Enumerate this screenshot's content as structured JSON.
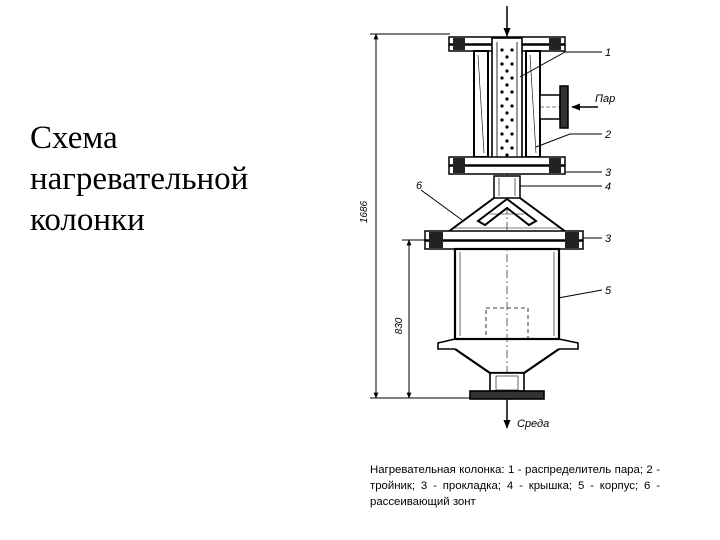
{
  "slide": {
    "title_lines": [
      "Схема",
      "нагревательной",
      "колонки"
    ]
  },
  "diagram": {
    "labels": {
      "part_1": "1",
      "part_2": "2",
      "part_3_top": "3",
      "part_4": "4",
      "part_3_bottom": "3",
      "part_5": "5",
      "part_6": "6",
      "steam": "Пар",
      "medium": "Среда"
    },
    "dimensions": {
      "total_height": "1686",
      "body_height": "830"
    },
    "caption": "Нагревательная колонка: 1 - распределитель пара; 2 - тройник; 3 - прокладка; 4 - крышка; 5 - корпус; 6 - рассеивающий зонт"
  }
}
